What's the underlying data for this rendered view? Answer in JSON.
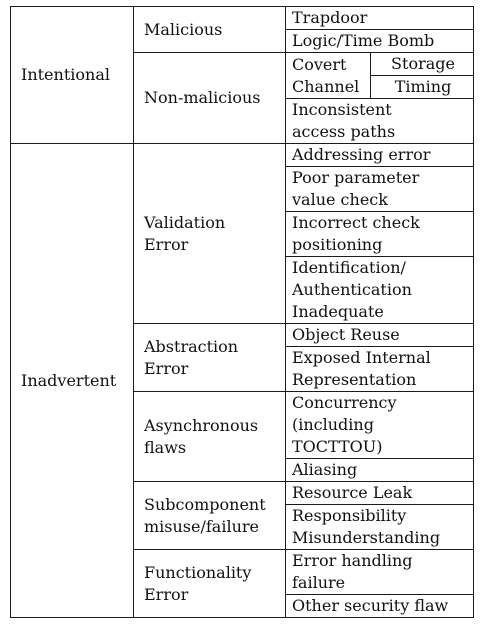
{
  "taxonomy": {
    "intentional": {
      "label": "Intentional",
      "malicious": {
        "label": "Malicious",
        "items": [
          "Trapdoor",
          "Logic/Time Bomb"
        ]
      },
      "non_malicious": {
        "label": "Non-malicious",
        "covert_channel": {
          "label": "Covert\nChannel",
          "subtypes": [
            "Storage",
            "Timing"
          ]
        },
        "items": [
          "Inconsistent\naccess paths"
        ]
      }
    },
    "inadvertent": {
      "label": "Inadvertent",
      "categories": [
        {
          "label": "Validation\nError",
          "items": [
            "Addressing error",
            "Poor parameter\nvalue check",
            "Incorrect check\npositioning",
            "Identification/\nAuthentication\nInadequate"
          ]
        },
        {
          "label": "Abstraction\nError",
          "items": [
            "Object Reuse",
            "Exposed Internal\nRepresentation"
          ]
        },
        {
          "label": "Asynchronous\nflaws",
          "items": [
            "Concurrency\n(including\nTOCTTOU)",
            "Aliasing"
          ]
        },
        {
          "label": "Subcomponent\nmisuse/failure",
          "items": [
            "Resource Leak",
            "Responsibility\nMisunderstanding"
          ]
        },
        {
          "label": "Functionality\nError",
          "items": [
            "Error handling\nfailure",
            "Other security flaw"
          ]
        }
      ]
    }
  }
}
